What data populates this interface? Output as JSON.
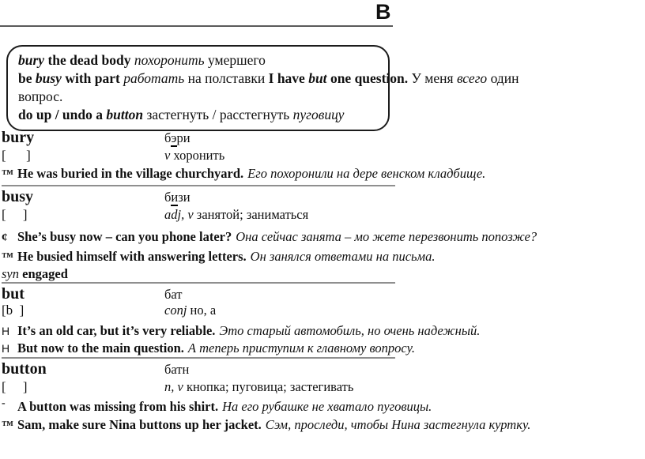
{
  "header": {
    "section_letter": "B"
  },
  "phrase_box": {
    "line1": {
      "r0": "bury",
      "r1": " the dead body ",
      "r2": "похоронить",
      "r3": " умершего"
    },
    "line2": {
      "r0": "be ",
      "r1": "busy",
      "r2": " with part ",
      "r3": "работать",
      "r4": " на полставки ",
      "r5": "I have ",
      "r6": "but",
      "r7": " one question.",
      "r8": " У меня ",
      "r9": "всего",
      "r10": " один"
    },
    "line3": {
      "r0": "вопрос."
    },
    "line4": {
      "r0": "do up / undo a ",
      "r1": "button",
      "r2": " застегнуть / расстегнуть ",
      "r3": "пуговицу"
    }
  },
  "entries": [
    {
      "headword": "bury",
      "pron_pre": "б",
      "pron_stress": "э",
      "pron_post": "ри",
      "brackets": "[      ]",
      "pos": "v",
      "pos_rest": " хоронить",
      "examples": [
        {
          "marker": "™",
          "en": "He was buried in the village churchyard.",
          "ru": "Его похоронили на дере венском кладбище."
        }
      ]
    },
    {
      "headword": "busy",
      "pron_pre": "б",
      "pron_stress": "и",
      "pron_post": "зи",
      "brackets": "[     ]",
      "pos": "adj, v",
      "pos_rest": " занятой; заниматься",
      "examples": [
        {
          "marker": "¢",
          "en": "She’s busy now – can you phone later?",
          "ru": "Она сейчас занята – мо жете перезвонить попозже?"
        },
        {
          "marker": "™",
          "en": "He busied himself with answering letters.",
          "ru": "Он занялся ответами на письма."
        }
      ],
      "syn_label": "syn",
      "syn_word": "engaged"
    },
    {
      "headword": "but",
      "pron_pre": "бат",
      "pron_stress": "",
      "pron_post": "",
      "brackets": "[b  ]",
      "pos": "conj",
      "pos_rest": " но, а",
      "examples": [
        {
          "marker": "Н",
          "en": "It’s an old car, but it’s very reliable.",
          "ru": "Это старый автомобиль, но очень надежный."
        },
        {
          "marker": "Н",
          "en": "But now to the main question.",
          "ru": "А теперь приступим к главному вопросу."
        }
      ]
    },
    {
      "headword": "button",
      "pron_pre": "батн",
      "pron_stress": "",
      "pron_post": "",
      "brackets": "[     ]",
      "pos": "n, v",
      "pos_rest": " кнопка; пуговица; застегивать",
      "examples": [
        {
          "marker": "-",
          "en": "A button was missing from his shirt.",
          "ru": "На его рубашке не хватало пуговицы."
        },
        {
          "marker": "™",
          "en": "Sam, make sure Nina buttons up her jacket.",
          "ru": "Сэм, проследи, чтобы Нина застегнула куртку."
        }
      ]
    }
  ],
  "colors": {
    "text": "#101010",
    "top_rule": "#5a5a5a",
    "separator": "#8f8f8f"
  }
}
